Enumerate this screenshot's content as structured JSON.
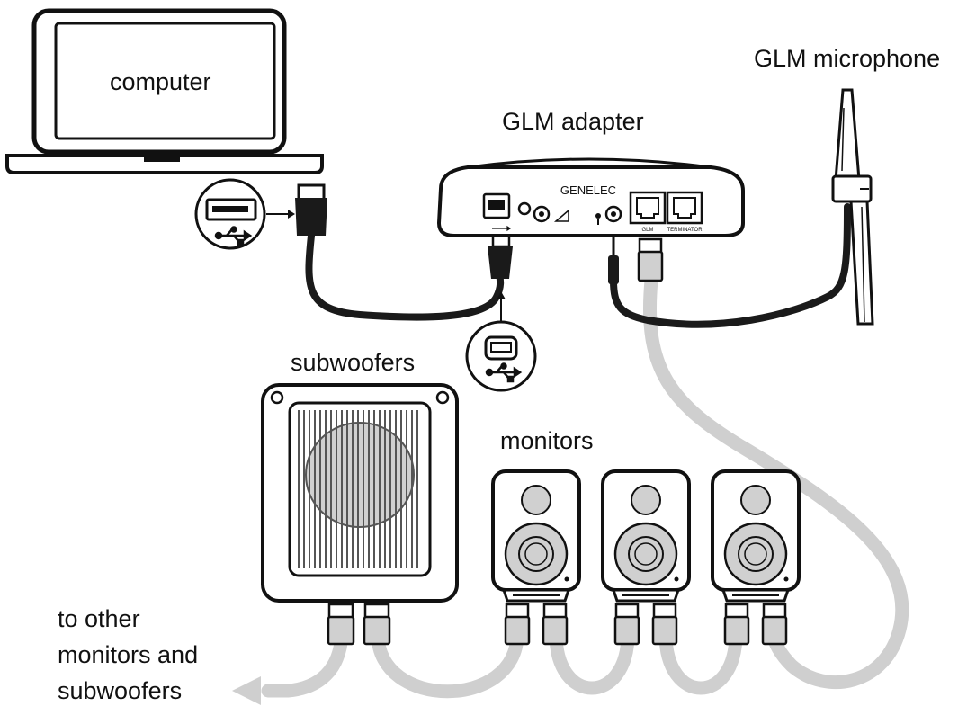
{
  "labels": {
    "computer": "computer",
    "glm_adapter": "GLM adapter",
    "glm_microphone": "GLM microphone",
    "subwoofers": "subwoofers",
    "monitors": "monitors",
    "to_other_line1": "to other",
    "to_other_line2": "monitors and",
    "to_other_line3": "subwoofers"
  },
  "adapter_markings": {
    "brand": "GENELEC",
    "port_glm": "GLM",
    "port_terminator": "TERMINATOR"
  },
  "colors": {
    "outline": "#111111",
    "cable_gray": "#cfcfcf",
    "cable_black": "#1a1a1a",
    "speaker_fill": "#d0d0d0",
    "grille": "#555555"
  }
}
